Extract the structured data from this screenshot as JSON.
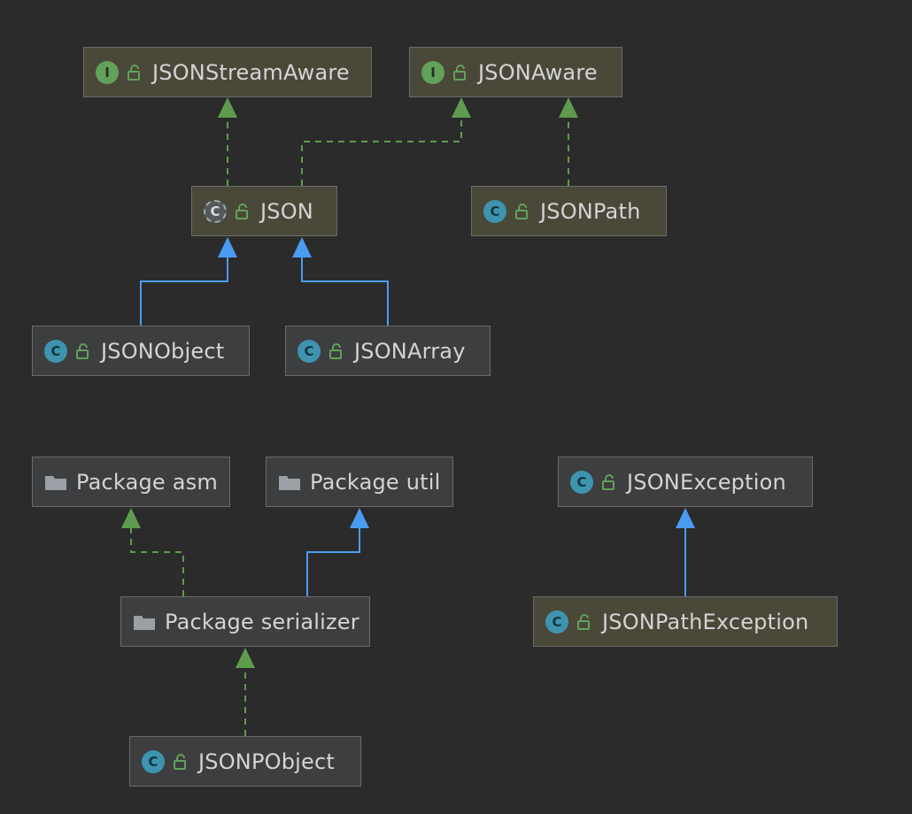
{
  "nodes": {
    "json_stream_aware": {
      "kind": "interface",
      "badge": "I",
      "label": "JSONStreamAware"
    },
    "json_aware": {
      "kind": "interface",
      "badge": "I",
      "label": "JSONAware"
    },
    "json": {
      "kind": "abstract-class",
      "badge": "C",
      "label": "JSON"
    },
    "json_path": {
      "kind": "class",
      "badge": "C",
      "label": "JSONPath"
    },
    "json_object": {
      "kind": "class",
      "badge": "C",
      "label": "JSONObject"
    },
    "json_array": {
      "kind": "class",
      "badge": "C",
      "label": "JSONArray"
    },
    "package_asm": {
      "kind": "package",
      "label": "Package asm"
    },
    "package_util": {
      "kind": "package",
      "label": "Package util"
    },
    "json_exception": {
      "kind": "class",
      "badge": "C",
      "label": "JSONException"
    },
    "package_serializer": {
      "kind": "package",
      "label": "Package serializer"
    },
    "json_path_exception": {
      "kind": "class",
      "badge": "C",
      "label": "JSONPathException"
    },
    "jsonp_object": {
      "kind": "class",
      "badge": "C",
      "label": "JSONPObject"
    }
  },
  "edges": [
    {
      "from": "json",
      "to": "json_stream_aware",
      "type": "implements"
    },
    {
      "from": "json",
      "to": "json_aware",
      "type": "implements"
    },
    {
      "from": "json_path",
      "to": "json_aware",
      "type": "implements"
    },
    {
      "from": "json_object",
      "to": "json",
      "type": "extends"
    },
    {
      "from": "json_array",
      "to": "json",
      "type": "extends"
    },
    {
      "from": "package_serializer",
      "to": "package_asm",
      "type": "depends"
    },
    {
      "from": "package_serializer",
      "to": "package_util",
      "type": "extends"
    },
    {
      "from": "json_path_exception",
      "to": "json_exception",
      "type": "extends"
    },
    {
      "from": "jsonp_object",
      "to": "package_serializer",
      "type": "depends"
    }
  ],
  "colors": {
    "background": "#2b2b2b",
    "implements": "#5f9b4f",
    "extends": "#4a9cf0",
    "interface_badge": "#62a15a",
    "class_badge": "#3e94ae",
    "lock": "#62a15a"
  }
}
